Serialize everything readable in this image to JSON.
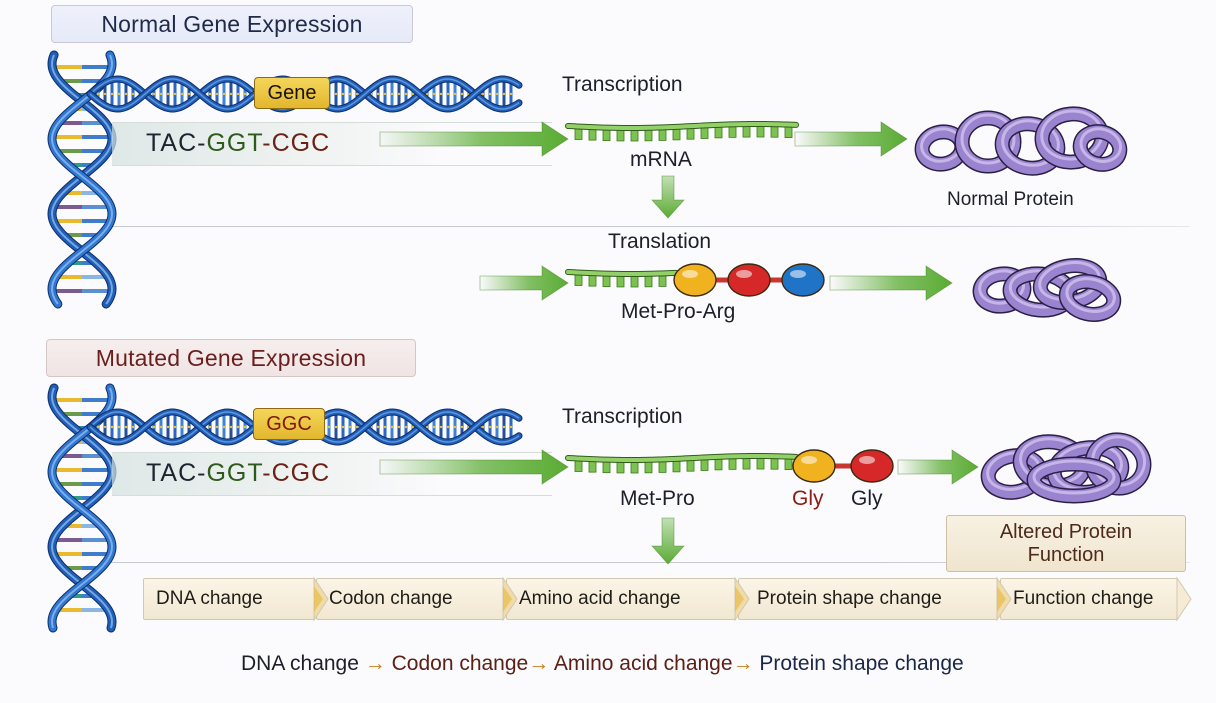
{
  "normal": {
    "title": "Normal Gene Expression",
    "gene_tag": "Gene",
    "sequence": [
      "TAC",
      "GGT",
      "CGC"
    ],
    "sequence_separator": "-",
    "transcription_label": "Transcription",
    "mrna_label": "mRNA",
    "protein_label": "Normal Protein",
    "translation_label": "Translation",
    "peptide_label": "Met-Pro-Arg",
    "amino_acid_beads": [
      {
        "name": "Met",
        "color": "#f0b21e"
      },
      {
        "name": "Pro",
        "color": "#d62828"
      },
      {
        "name": "Arg",
        "color": "#1f74c8"
      }
    ]
  },
  "mutated": {
    "title": "Mutated Gene Expression",
    "gene_tag": "GGC",
    "sequence": [
      "TAC",
      "GGT",
      "CGC"
    ],
    "sequence_separator": "-",
    "transcription_label": "Transcription",
    "peptide_label": "Met-Pro",
    "changed_residue_1": "Gly",
    "changed_residue_2": "Gly",
    "amino_acid_beads": [
      {
        "name": "Gly",
        "color": "#f0b21e"
      },
      {
        "name": "Gly",
        "color": "#d62828"
      }
    ],
    "altered_box_line1": "Altered Protein",
    "altered_box_line2": "Function"
  },
  "flow_steps": [
    "DNA change",
    "Codon change",
    "Amino acid change",
    "Protein shape change",
    "Function change"
  ],
  "summary": {
    "parts": [
      "DNA change",
      "Codon change",
      "Amino acid change",
      "Protein shape change"
    ],
    "arrow": "→"
  },
  "colors": {
    "arrow_green": "#5aac33",
    "dna_blue": "#1f5fb8",
    "protein_purple": "#9a83cf",
    "mrna_green": "#7cc24e",
    "codon_green": "#2f5a1e",
    "codon_red": "#6c2216"
  }
}
